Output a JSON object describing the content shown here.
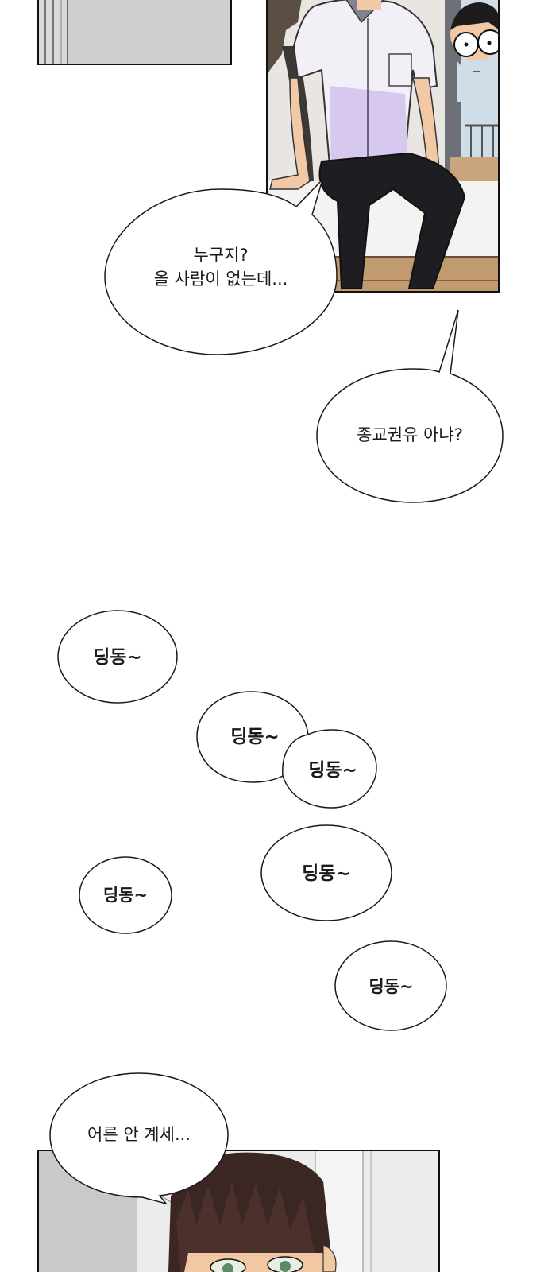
{
  "bubbles": {
    "who": {
      "line1": "누구지?",
      "line2": "올 사람이 없는데..."
    },
    "religion": {
      "text": "종교권유 아냐?"
    },
    "ding1": {
      "text": "딩동~"
    },
    "ding2": {
      "text": "딩동~"
    },
    "ding3": {
      "text": "딩동~"
    },
    "ding4": {
      "text": "딩동~"
    },
    "ding5": {
      "text": "딩동~"
    },
    "ding6": {
      "text": "딩동~"
    },
    "adult": {
      "text": "어른 안 계세..."
    }
  }
}
